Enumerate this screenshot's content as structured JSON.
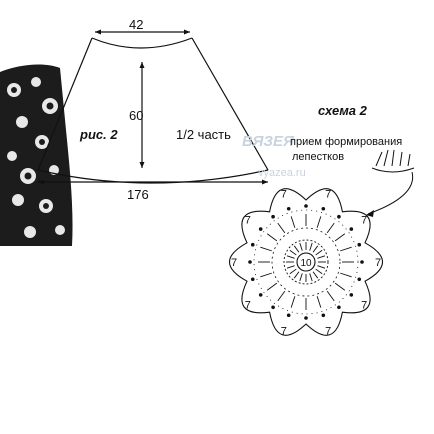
{
  "pattern": {
    "top_width": "42",
    "height": "60",
    "bottom_width": "176",
    "figure_label": "рис. 2",
    "part_label": "1/2 часть"
  },
  "motif": {
    "scheme_label": "схема 2",
    "note_line1": "прием формирования",
    "note_line2": "лепестков",
    "center_count": "10",
    "petal_count_label": "7",
    "petal_count": 10
  },
  "watermark": {
    "brand": "ВЯЗЕЯ",
    "site": "vyazea.ru"
  },
  "colors": {
    "ink": "#111111",
    "photo_dark": "#1c1c1c",
    "watermark": "#c9d3df"
  }
}
